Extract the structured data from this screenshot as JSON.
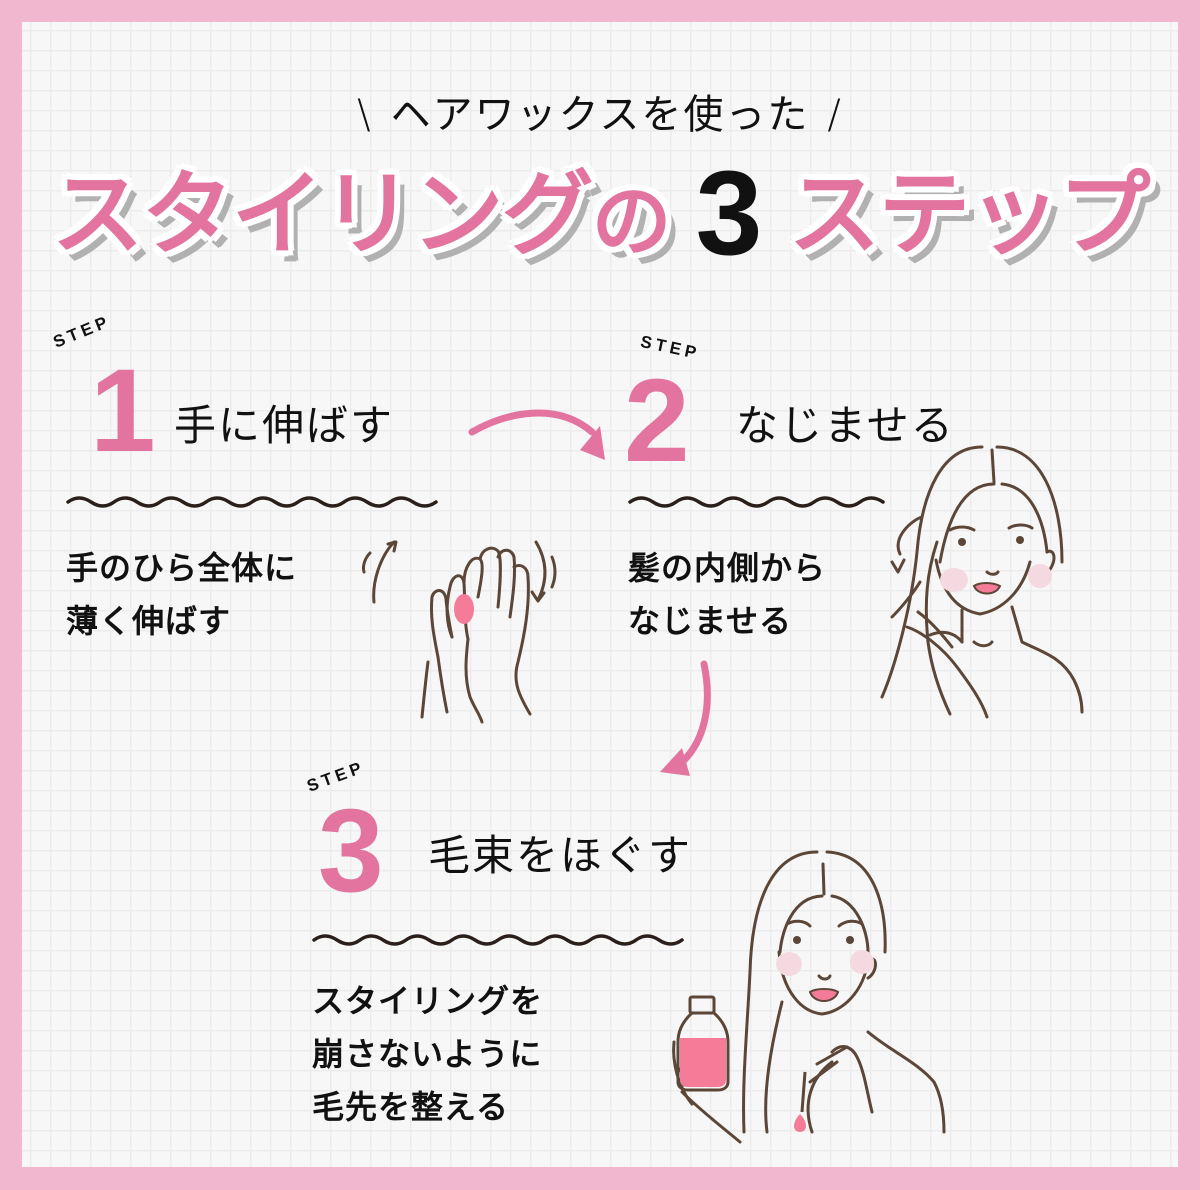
{
  "header": {
    "subtitle": "ヘアワックスを使った",
    "slash_left": "\\",
    "slash_right": "/",
    "headline_part1": "スタイリング",
    "headline_no": "の",
    "headline_number": "3",
    "headline_part2": "ステップ"
  },
  "colors": {
    "accent_pink": "#e2749f",
    "border_pink": "#f0b7cf",
    "line_brown": "#5b4638",
    "text": "#111111",
    "background": "#f7f7f7"
  },
  "steps": [
    {
      "tag": "STEP",
      "number": "1",
      "title": "手に伸ばす",
      "desc_lines": [
        "手のひら全体に",
        "薄く伸ばす"
      ],
      "illustration": "hands-rubbing-wax-icon"
    },
    {
      "tag": "STEP",
      "number": "2",
      "title": "なじませる",
      "desc_lines": [
        "髪の内側から",
        "なじませる"
      ],
      "illustration": "woman-touching-hair-icon"
    },
    {
      "tag": "STEP",
      "number": "3",
      "title": "毛束をほぐす",
      "desc_lines": [
        "スタイリングを",
        "崩さないように",
        "毛先を整える"
      ],
      "illustration": "woman-with-bottle-dropper-icon"
    }
  ]
}
